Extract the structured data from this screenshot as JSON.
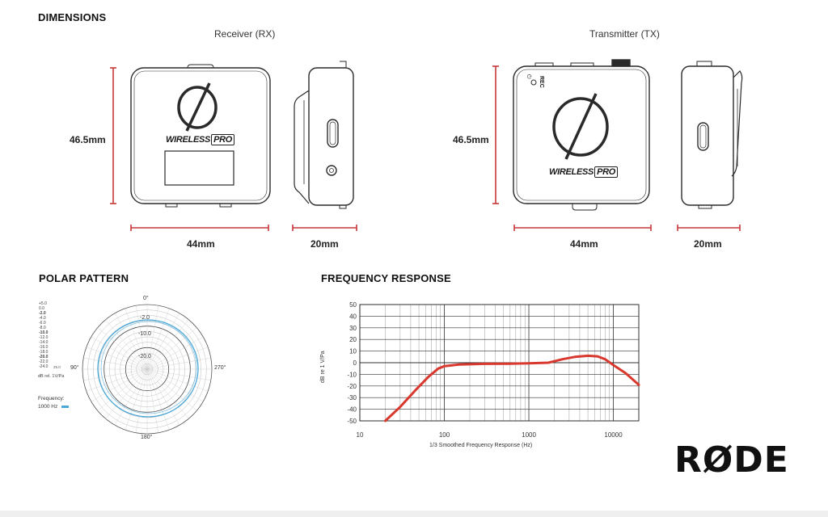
{
  "sections": {
    "dimensions": "DIMENSIONS",
    "polar": "POLAR PATTERN",
    "frequency": "FREQUENCY RESPONSE"
  },
  "receiver": {
    "caption": "Receiver (RX)",
    "height": "46.5mm",
    "width": "44mm",
    "depth": "20mm",
    "wordmark": "WIRELESS",
    "wordmark_badge": "PRO"
  },
  "transmitter": {
    "caption": "Transmitter (TX)",
    "height": "46.5mm",
    "width": "44mm",
    "depth": "20mm",
    "wordmark": "WIRELESS",
    "wordmark_badge": "PRO",
    "label_rec": "REC",
    "label_power": "⏻"
  },
  "polar": {
    "scale_ticks": [
      "+5.0",
      "0.0",
      "-2.0",
      "-4.0",
      "-6.0",
      "-8.0",
      "-10.0",
      "-12.0",
      "-14.0",
      "-16.0",
      "-18.0",
      "-20.0",
      "-22.0",
      "-24.0"
    ],
    "scale_extra": "25.0",
    "scale_unit": "dB rel. 1V/Pa",
    "angles": {
      "top": "0°",
      "left": "90°",
      "right": "270°",
      "bottom": "180°"
    },
    "ring_labels": [
      "-2.0",
      "-10.0",
      "-20.0"
    ],
    "frequency_label": "Frequency:",
    "frequency_value": "1000 Hz",
    "frequency_color": "#4aa8d8"
  },
  "chart_data": {
    "type": "line",
    "title": "FREQUENCY RESPONSE",
    "xlabel": "1/3 Smoothed Frequency Response (Hz)",
    "ylabel": "dB re 1 V/Pa",
    "xscale": "log",
    "xlim": [
      10,
      20000
    ],
    "ylim": [
      -50,
      50
    ],
    "xticks": [
      10,
      100,
      1000,
      10000
    ],
    "xtick_labels": [
      "10",
      "100",
      "1000",
      "10000"
    ],
    "yticks": [
      50,
      40,
      30,
      20,
      10,
      0,
      -10,
      -20,
      -30,
      -40,
      -50
    ],
    "grid": true,
    "series": [
      {
        "color": "#d9382e",
        "x": [
          20,
          30,
          45,
          65,
          85,
          100,
          150,
          300,
          600,
          1000,
          1700,
          2500,
          3500,
          5000,
          6500,
          8000,
          10000,
          14000,
          20000
        ],
        "y": [
          -50,
          -38,
          -24,
          -12,
          -5,
          -3,
          -1.5,
          -1,
          -0.8,
          -0.5,
          0,
          3,
          5,
          6,
          5.5,
          3,
          -2,
          -9,
          -19
        ]
      }
    ]
  },
  "brand": {
    "logo_text": "RØDE"
  }
}
